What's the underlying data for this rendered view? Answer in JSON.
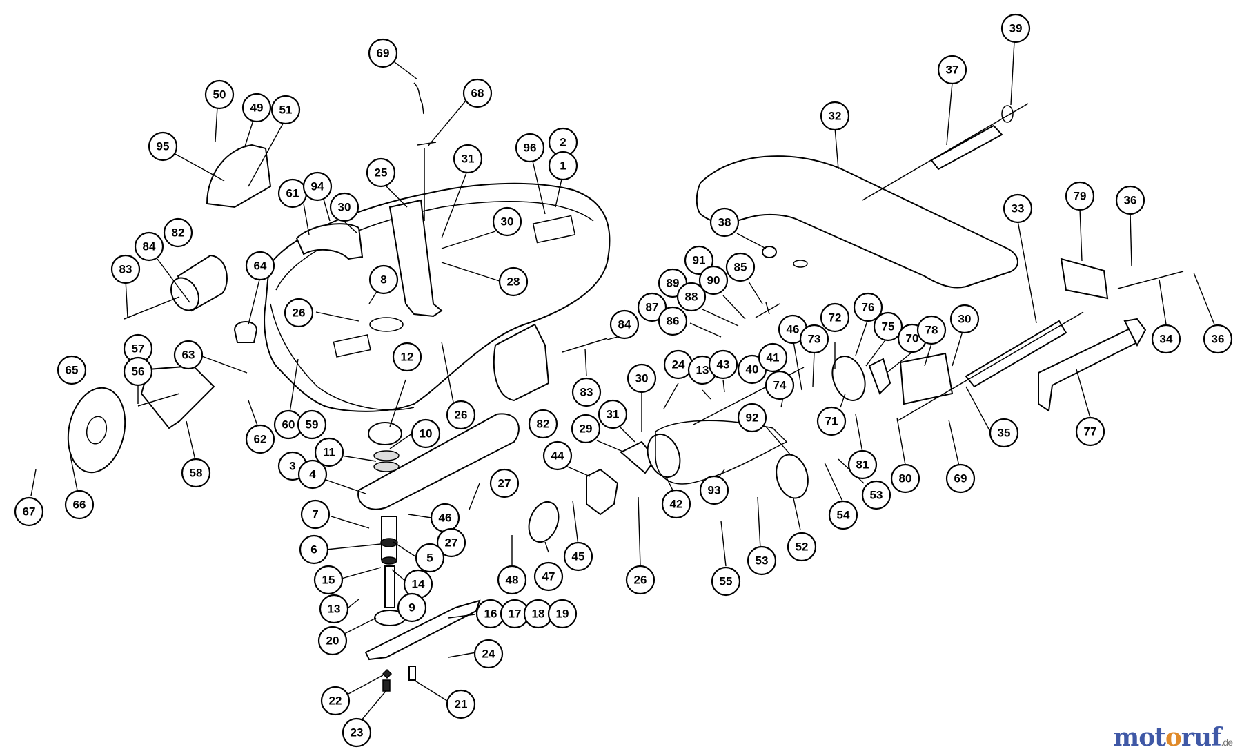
{
  "diagram": {
    "callouts": [
      {
        "label": "69"
      },
      {
        "label": "68"
      },
      {
        "label": "50"
      },
      {
        "label": "49"
      },
      {
        "label": "51"
      },
      {
        "label": "95"
      },
      {
        "label": "96"
      },
      {
        "label": "2"
      },
      {
        "label": "1"
      },
      {
        "label": "25"
      },
      {
        "label": "31"
      },
      {
        "label": "30"
      },
      {
        "label": "61"
      },
      {
        "label": "94"
      },
      {
        "label": "30"
      },
      {
        "label": "82"
      },
      {
        "label": "84"
      },
      {
        "label": "83"
      },
      {
        "label": "64"
      },
      {
        "label": "8"
      },
      {
        "label": "28"
      },
      {
        "label": "26"
      },
      {
        "label": "12"
      },
      {
        "label": "26"
      },
      {
        "label": "63"
      },
      {
        "label": "57"
      },
      {
        "label": "56"
      },
      {
        "label": "65"
      },
      {
        "label": "62"
      },
      {
        "label": "60"
      },
      {
        "label": "59"
      },
      {
        "label": "10"
      },
      {
        "label": "11"
      },
      {
        "label": "3"
      },
      {
        "label": "4"
      },
      {
        "label": "58"
      },
      {
        "label": "67"
      },
      {
        "label": "66"
      },
      {
        "label": "7"
      },
      {
        "label": "46"
      },
      {
        "label": "27"
      },
      {
        "label": "27"
      },
      {
        "label": "6"
      },
      {
        "label": "5"
      },
      {
        "label": "15"
      },
      {
        "label": "14"
      },
      {
        "label": "13"
      },
      {
        "label": "9"
      },
      {
        "label": "20"
      },
      {
        "label": "16"
      },
      {
        "label": "17"
      },
      {
        "label": "18"
      },
      {
        "label": "19"
      },
      {
        "label": "24"
      },
      {
        "label": "22"
      },
      {
        "label": "21"
      },
      {
        "label": "23"
      },
      {
        "label": "82"
      },
      {
        "label": "83"
      },
      {
        "label": "84"
      },
      {
        "label": "44"
      },
      {
        "label": "45"
      },
      {
        "label": "48"
      },
      {
        "label": "47"
      },
      {
        "label": "29"
      },
      {
        "label": "30"
      },
      {
        "label": "31"
      },
      {
        "label": "26"
      },
      {
        "label": "24"
      },
      {
        "label": "13"
      },
      {
        "label": "43"
      },
      {
        "label": "40"
      },
      {
        "label": "41"
      },
      {
        "label": "42"
      },
      {
        "label": "93"
      },
      {
        "label": "92"
      },
      {
        "label": "55"
      },
      {
        "label": "53"
      },
      {
        "label": "52"
      },
      {
        "label": "54"
      },
      {
        "label": "53"
      },
      {
        "label": "74"
      },
      {
        "label": "46"
      },
      {
        "label": "73"
      },
      {
        "label": "72"
      },
      {
        "label": "76"
      },
      {
        "label": "75"
      },
      {
        "label": "70"
      },
      {
        "label": "71"
      },
      {
        "label": "78"
      },
      {
        "label": "30"
      },
      {
        "label": "81"
      },
      {
        "label": "80"
      },
      {
        "label": "69"
      },
      {
        "label": "35"
      },
      {
        "label": "38"
      },
      {
        "label": "91"
      },
      {
        "label": "90"
      },
      {
        "label": "89"
      },
      {
        "label": "88"
      },
      {
        "label": "87"
      },
      {
        "label": "86"
      },
      {
        "label": "85"
      },
      {
        "label": "32"
      },
      {
        "label": "37"
      },
      {
        "label": "39"
      },
      {
        "label": "33"
      },
      {
        "label": "79"
      },
      {
        "label": "36"
      },
      {
        "label": "34"
      },
      {
        "label": "36"
      },
      {
        "label": "77"
      }
    ]
  },
  "watermark": {
    "part1": "mot",
    "part2": "o",
    "part3": "ruf",
    "part4": ".de"
  },
  "colors": {
    "watermark_blue": "#3f58a6",
    "watermark_orange": "#e08a2a",
    "line": "#000000",
    "background": "#ffffff"
  }
}
